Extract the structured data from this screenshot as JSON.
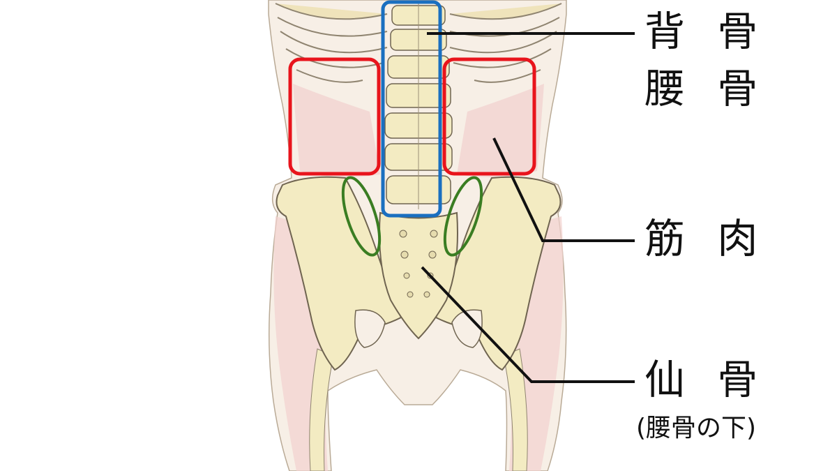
{
  "labels": {
    "spine": "背 骨",
    "lumbar": "腰 骨",
    "muscle": "筋 肉",
    "sacrum": "仙 骨",
    "sacrum_note": "(腰骨の下)"
  },
  "colors": {
    "spine_box": "#1a6fc0",
    "muscle_box": "#e8141c",
    "joint_ellipse": "#3a7d22",
    "bone_fill": "#f3ebc2",
    "bone_stroke": "#6f6450",
    "muscle_fill": "#f2d2cf",
    "skin_fill": "#f7efe6",
    "leader": "#111111"
  }
}
